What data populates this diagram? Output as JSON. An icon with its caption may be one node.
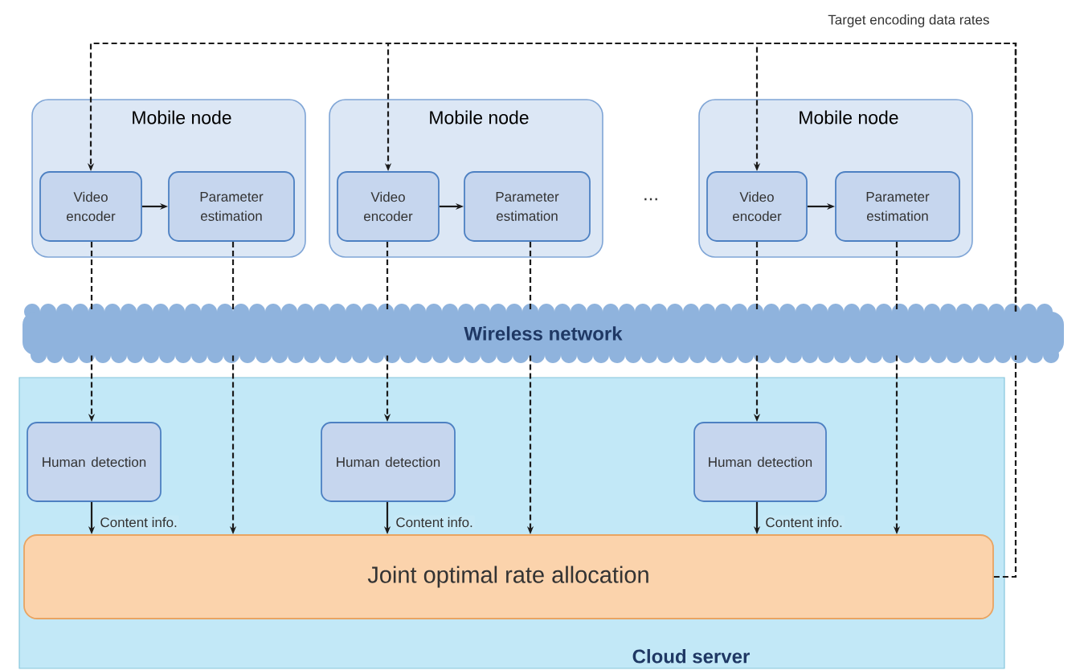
{
  "diagram": {
    "nodes": [
      {
        "text": [
          "Mobile node"
        ]
      },
      {
        "text": [
          "Video encoder"
        ],
        "in": 0
      },
      {
        "text": [
          "Parameter estimation"
        ],
        "in": 0
      },
      {
        "text": [
          "Mobile node"
        ]
      },
      {
        "text": [
          "Video encoder"
        ],
        "in": 3
      },
      {
        "text": [
          "Parameter estimation"
        ],
        "in": 3
      },
      {
        "text": [
          "Mobile node"
        ]
      },
      {
        "text": [
          "Video encoder"
        ],
        "in": 6
      },
      {
        "text": [
          "Parameter estimation"
        ],
        "in": 6
      },
      {
        "text": [
          "Wireless network"
        ]
      },
      {
        "text": [
          "Cloud server"
        ]
      },
      {
        "text": [
          "Human detection"
        ],
        "in": 10
      },
      {
        "text": [
          "Human detection"
        ],
        "in": 10
      },
      {
        "text": [
          "Human detection"
        ],
        "in": 10
      },
      {
        "text": [
          "Joint optimal rate allocation"
        ],
        "in": 10
      }
    ],
    "edges": [
      {
        "from": 1,
        "to": 2,
        "arrow": "to"
      },
      {
        "from": 4,
        "to": 5,
        "arrow": "to"
      },
      {
        "from": 7,
        "to": 8,
        "arrow": "to"
      },
      {
        "from": 1,
        "to": 9,
        "arrow": "none",
        "style": "dashed"
      },
      {
        "from": 2,
        "to": 9,
        "arrow": "none",
        "style": "dashed"
      },
      {
        "from": 4,
        "to": 9,
        "arrow": "none",
        "style": "dashed"
      },
      {
        "from": 5,
        "to": 9,
        "arrow": "none",
        "style": "dashed"
      },
      {
        "from": 7,
        "to": 9,
        "arrow": "none",
        "style": "dashed"
      },
      {
        "from": 8,
        "to": 9,
        "arrow": "none",
        "style": "dashed"
      },
      {
        "from": 9,
        "to": 11,
        "arrow": "to",
        "style": "dashed"
      },
      {
        "from": 9,
        "to": 14,
        "arrow": "to",
        "style": "dashed"
      },
      {
        "from": 9,
        "to": 12,
        "arrow": "to",
        "style": "dashed"
      },
      {
        "from": 9,
        "to": 14,
        "arrow": "to",
        "style": "dashed"
      },
      {
        "from": 9,
        "to": 13,
        "arrow": "to",
        "style": "dashed"
      },
      {
        "from": 9,
        "to": 14,
        "arrow": "to",
        "style": "dashed"
      },
      {
        "from": 11,
        "to": 14,
        "arrow": "to",
        "label": "Content info."
      },
      {
        "from": 12,
        "to": 14,
        "arrow": "to",
        "label": "Content info."
      },
      {
        "from": 13,
        "to": 14,
        "arrow": "to",
        "label": "Content info."
      },
      {
        "from": 14,
        "to": 9,
        "arrow": "none",
        "style": "dashed"
      },
      {
        "from": 9,
        "to": 1,
        "arrow": "to",
        "style": "dashed"
      },
      {
        "from": 9,
        "to": 4,
        "arrow": "to",
        "style": "dashed"
      },
      {
        "from": 9,
        "to": 7,
        "arrow": "to",
        "style": "dashed",
        "label": "Target encoding data rates"
      }
    ],
    "labels": [
      "..."
    ]
  }
}
